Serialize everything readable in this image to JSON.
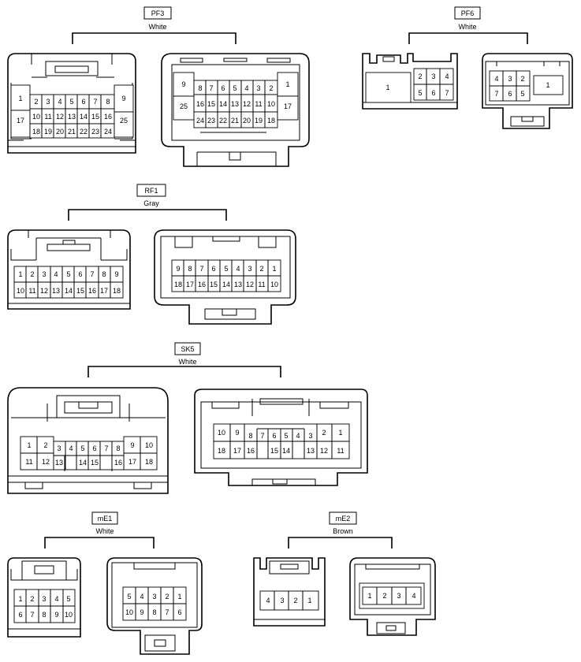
{
  "connectors": [
    {
      "id": "PF3",
      "color": "White"
    },
    {
      "id": "PF6",
      "color": "White"
    },
    {
      "id": "RF1",
      "color": "Gray"
    },
    {
      "id": "SK5",
      "color": "White"
    },
    {
      "id": "mE1",
      "color": "White"
    },
    {
      "id": "mE2",
      "color": "Brown"
    }
  ]
}
